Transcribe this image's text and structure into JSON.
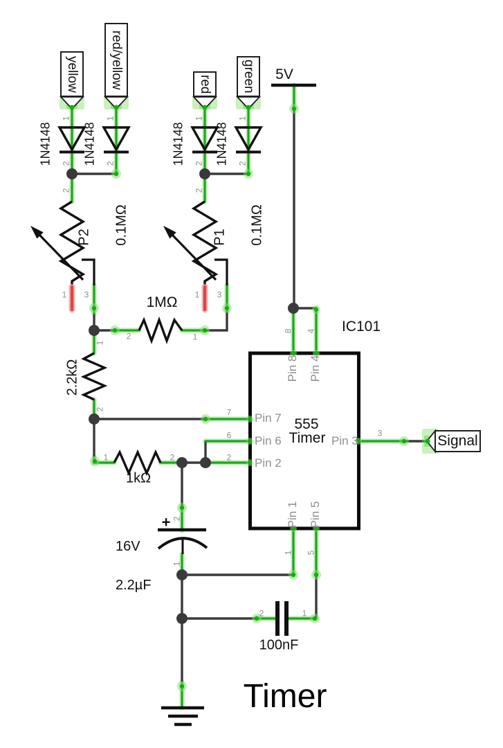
{
  "schematic_title": "Timer",
  "power_rail": {
    "label": "5V"
  },
  "net_flags": {
    "yellow": "yellow",
    "red_yellow": "red/yellow",
    "red": "red",
    "green": "green",
    "signal": "Signal"
  },
  "diode": {
    "part": "1N4148"
  },
  "potentiometers": {
    "p2": {
      "ref": "P2",
      "value": "0.1MΩ"
    },
    "p1": {
      "ref": "P1",
      "value": "0.1MΩ"
    }
  },
  "resistors": {
    "r_1m": "1MΩ",
    "r_2k2": "2.2kΩ",
    "r_1k": "1kΩ"
  },
  "capacitors": {
    "electrolytic": {
      "voltage": "16V",
      "value": "2.2µF",
      "polarity": "+"
    },
    "ceramic": {
      "value": "100nF"
    }
  },
  "ic": {
    "designator": "IC101",
    "label_line1": "555",
    "label_line2": "Timer",
    "pin_labels": {
      "pin8": "Pin 8",
      "pin4": "Pin 4",
      "pin7": "Pin 7",
      "pin6": "Pin 6",
      "pin2": "Pin 2",
      "pin3": "Pin 3",
      "pin1": "Pin 1",
      "pin5": "Pin 5"
    }
  },
  "pin_numbers": {
    "n1": "1",
    "n2": "2",
    "n3": "3",
    "n4": "4",
    "n5": "5",
    "n6": "6",
    "n7": "7",
    "n8": "8"
  },
  "colors": {
    "wire_net": "#1fa41f",
    "wire_plain": "#3a3a3a",
    "pad_highlight": "#8cde6c",
    "unconnected_pin": "#d94848",
    "component": "#111111",
    "pin_text": "#8e8e8e"
  }
}
